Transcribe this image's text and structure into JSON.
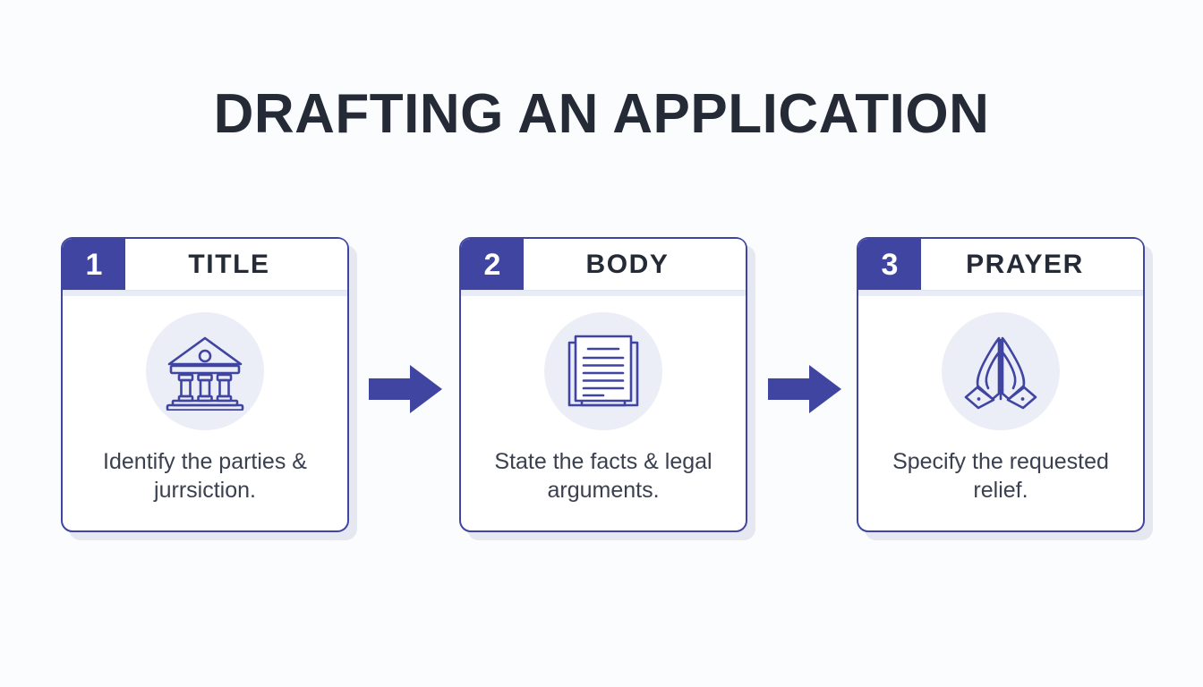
{
  "page": {
    "title": "DRAFTING AN APPLICATION",
    "background_color": "#fbfcfe",
    "accent_color": "#3f45a0",
    "title_color": "#252b36",
    "icon_circle_color": "#eceef7"
  },
  "steps": [
    {
      "number": "1",
      "heading": "TITLE",
      "description": "Identify the parties & jurrsiction.",
      "icon": "courthouse-icon"
    },
    {
      "number": "2",
      "heading": "BODY",
      "description": "State the facts & legal arguments.",
      "icon": "document-stack-icon"
    },
    {
      "number": "3",
      "heading": "PRAYER",
      "description": "Specify the requested relief.",
      "icon": "praying-hands-icon"
    }
  ],
  "connectors": [
    {
      "icon": "arrow-right-icon"
    },
    {
      "icon": "arrow-right-icon"
    }
  ]
}
